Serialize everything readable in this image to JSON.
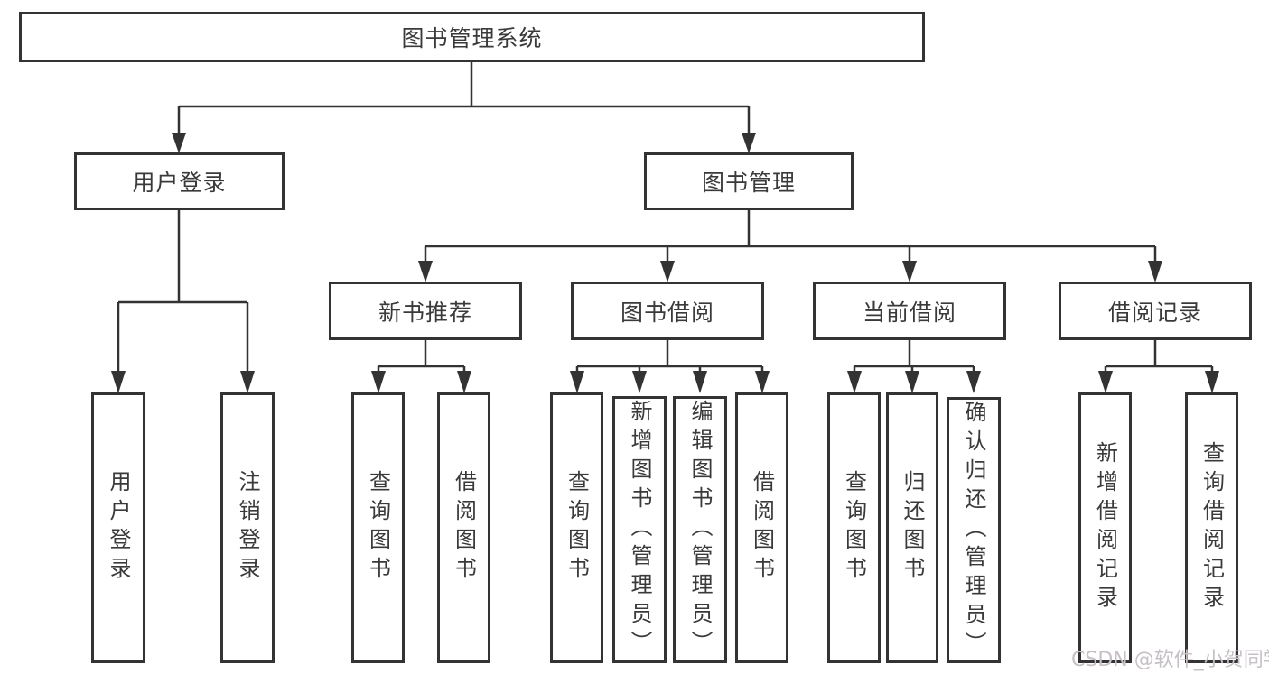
{
  "diagram": {
    "root": "图书管理系统",
    "level2": {
      "user_login": "用户登录",
      "book_mgmt": "图书管理"
    },
    "level3": {
      "new_book_rec": "新书推荐",
      "book_borrow": "图书借阅",
      "current_borrow": "当前借阅",
      "borrow_records": "借阅记录"
    },
    "leaves": {
      "user_login": [
        "用户登录",
        "注销登录"
      ],
      "new_book_rec": [
        "查询图书",
        "借阅图书"
      ],
      "book_borrow": [
        "查询图书",
        "新增图书（管理员）",
        "编辑图书（管理员）",
        "借阅图书"
      ],
      "current_borrow": [
        "查询图书",
        "归还图书",
        "确认归还（管理员）"
      ],
      "borrow_records": [
        "新增借阅记录",
        "查询借阅记录"
      ]
    },
    "colors": {
      "line": "#333333",
      "text": "#3a3a3a",
      "node_background": "#ffffff",
      "watermark_text": "#c7c1c7"
    },
    "watermark": "CSDN @软件_小贺同学"
  }
}
